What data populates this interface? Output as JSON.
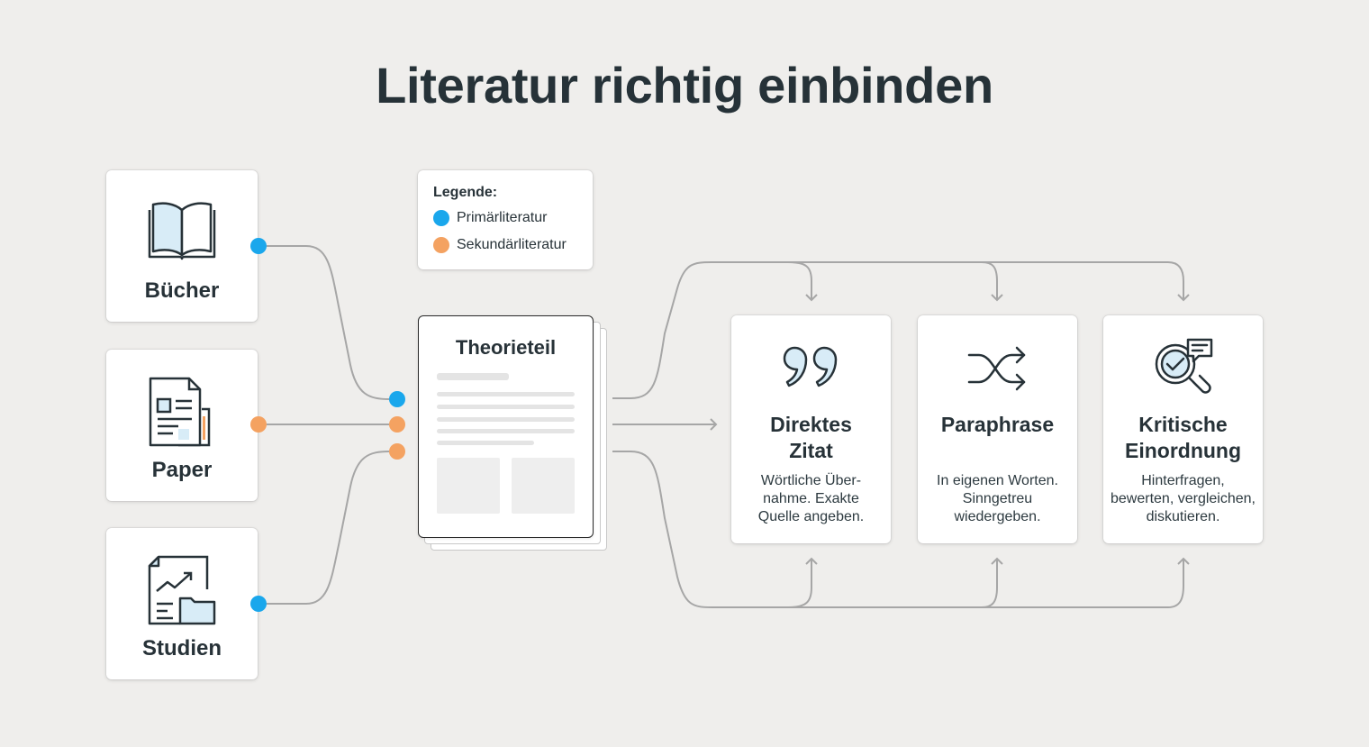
{
  "title": "Literatur richtig einbinden",
  "colors": {
    "primary": "#1aa7ec",
    "secondary": "#f4a261",
    "connector": "#a6a6a6",
    "text": "#263238"
  },
  "sources": [
    {
      "label": "Bücher",
      "icon": "open-book-icon",
      "type": "primary"
    },
    {
      "label": "Paper",
      "icon": "paper-document-icon",
      "type": "secondary"
    },
    {
      "label": "Studien",
      "icon": "study-chart-folder-icon",
      "type": "primary"
    }
  ],
  "legend": {
    "title": "Legende:",
    "items": [
      {
        "label": "Primärliteratur",
        "color": "#1aa7ec"
      },
      {
        "label": "Sekundärliteratur",
        "color": "#f4a261"
      }
    ]
  },
  "center": {
    "title": "Theorieteil"
  },
  "methods": [
    {
      "title": [
        "Direktes",
        "Zitat"
      ],
      "desc": [
        "Wörtliche Über-",
        "nahme. Exakte",
        "Quelle angeben."
      ],
      "icon": "quote-icon"
    },
    {
      "title": [
        "Paraphrase",
        ""
      ],
      "desc": [
        "In eigenen Worten.",
        "Sinngetreu",
        "wiedergeben."
      ],
      "icon": "shuffle-icon"
    },
    {
      "title": [
        "Kritische",
        "Einordnung"
      ],
      "desc": [
        "Hinterfragen,",
        "bewerten, vergleichen,",
        "diskutieren."
      ],
      "icon": "magnifier-check-comment-icon"
    }
  ]
}
